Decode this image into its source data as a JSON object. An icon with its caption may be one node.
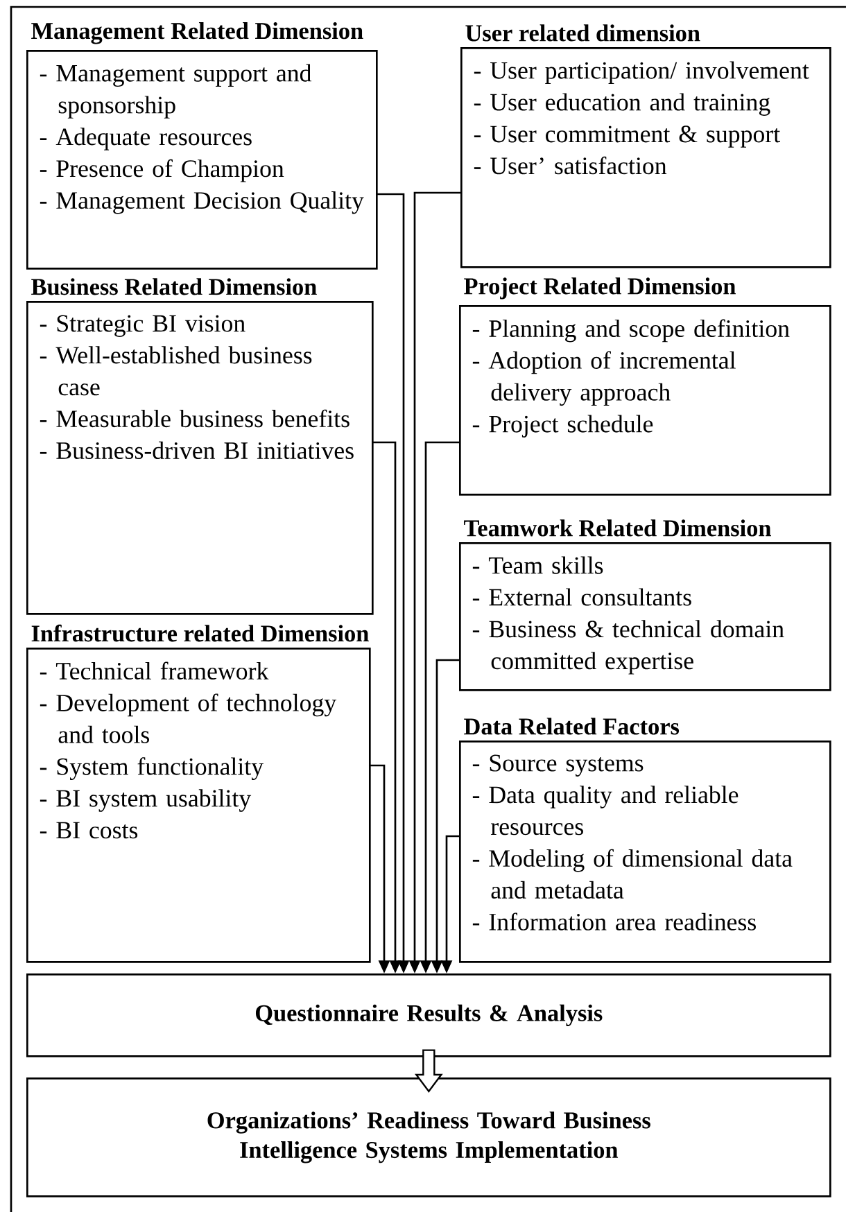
{
  "diagram": {
    "nodes": [
      {
        "text": [
          "Management Related Dimension",
          "- Management support and sponsorship",
          "- Adequate resources",
          "- Presence of Champion",
          "- Management Decision Quality"
        ]
      },
      {
        "text": [
          "User related dimension",
          "- User participation/ involvement",
          "- User education and training",
          "- User commitment & support",
          "- User’ satisfaction"
        ]
      },
      {
        "text": [
          "Business Related Dimension",
          "- Strategic BI vision",
          "- Well-established business case",
          "- Measurable business benefits",
          "- Business-driven BI initiatives"
        ]
      },
      {
        "text": [
          "Project Related Dimension",
          "- Planning and scope definition",
          "- Adoption of incremental delivery approach",
          "- Project schedule"
        ]
      },
      {
        "text": [
          "Teamwork Related Dimension",
          "- Team skills",
          "- External consultants",
          "- Business & technical domain committed expertise"
        ]
      },
      {
        "text": [
          "Infrastructure related Dimension",
          "- Technical framework",
          "- Development of technology and tools",
          "- System functionality",
          "- BI system usability",
          "- BI costs"
        ]
      },
      {
        "text": [
          "Data Related Factors",
          "- Source systems",
          "- Data quality and reliable resources",
          "- Modeling of dimensional data and metadata",
          "- Information area readiness"
        ]
      },
      {
        "text": [
          "Questionnaire Results & Analysis"
        ]
      },
      {
        "text": [
          "Organizations’ Readiness Toward Business Intelligence Systems Implementation"
        ]
      }
    ],
    "edges": [
      {
        "from": 0,
        "to": 7,
        "arrow": "to"
      },
      {
        "from": 1,
        "to": 7,
        "arrow": "to"
      },
      {
        "from": 2,
        "to": 7,
        "arrow": "to"
      },
      {
        "from": 3,
        "to": 7,
        "arrow": "to"
      },
      {
        "from": 4,
        "to": 7,
        "arrow": "to"
      },
      {
        "from": 5,
        "to": 7,
        "arrow": "to"
      },
      {
        "from": 6,
        "to": 7,
        "arrow": "to"
      },
      {
        "from": 7,
        "to": 8,
        "arrow": "to",
        "style": "thick"
      }
    ]
  }
}
